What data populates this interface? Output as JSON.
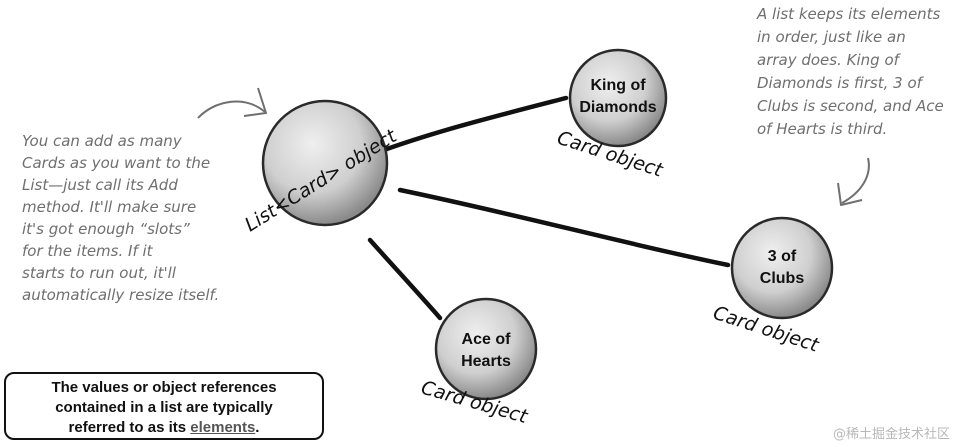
{
  "nodes": {
    "list": {
      "label": "List<Card> object"
    },
    "king": {
      "line1": "King of",
      "line2": "Diamonds",
      "label": "Card object"
    },
    "clubs": {
      "line1": "3 of",
      "line2": "Clubs",
      "label": "Card object"
    },
    "ace": {
      "line1": "Ace of",
      "line2": "Hearts",
      "label": "Card object"
    }
  },
  "notes": {
    "left": [
      "You can add as many",
      "Cards as you want to the",
      "List—just call its Add",
      "method. It'll make sure",
      "it's got enough “slots”",
      "for the items. If it",
      "starts to run out, it'll",
      "automatically resize itself."
    ],
    "right": [
      "A list keeps its elements",
      "in order, just like an",
      "array does. King of",
      "Diamonds is first,  3 of",
      "Clubs is second, and Ace",
      "of Hearts is third."
    ]
  },
  "callout": {
    "line1": "The values or object references",
    "line2": "contained in a list are typically",
    "line3_pre": "referred to as its ",
    "line3_term": "elements",
    "line3_post": "."
  },
  "watermark": "@稀土掘金技术社区",
  "colors": {
    "sphere_light": "#e4e4e4",
    "sphere_dark": "#7a7a7a",
    "outline": "#2a2a2a",
    "note_gray": "#6f6f6f"
  }
}
